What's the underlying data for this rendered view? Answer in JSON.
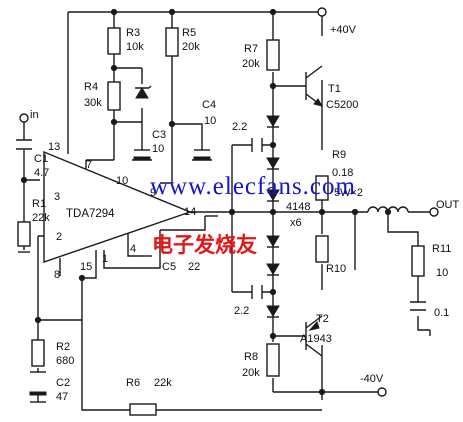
{
  "diagram": {
    "labels": {
      "in": "in",
      "pos_rail": "+40V",
      "neg_rail": "-40V",
      "out": "OUT",
      "ic": "TDA7294",
      "c1": "C1",
      "c1_val": "4.7",
      "r1": "R1",
      "r1_val": "22k",
      "r2": "R2",
      "r2_val": "680",
      "c2": "C2",
      "c2_val": "47",
      "r3": "R3",
      "r3_val": "10k",
      "r4": "R4",
      "r4_val": "30k",
      "r5": "R5",
      "r5_val": "20k",
      "c3": "C3",
      "c3_val": "10",
      "c4": "C4",
      "c4_val": "10",
      "c5": "C5",
      "c5_val": "22",
      "r6": "R6",
      "r6_val": "22k",
      "r7": "R7",
      "r7_val": "20k",
      "r8": "R8",
      "r8_val": "20k",
      "r9": "R9",
      "r9_val": "0.18",
      "r9_power": "5W×2",
      "r10": "R10",
      "r11": "R11",
      "r11_val": "10",
      "c_snub_val": "0.1",
      "cap_top_val": "2.2",
      "cap_bot_val": "2.2",
      "diodes": "4148",
      "diodes_qty": "x6",
      "t1": "T1",
      "t1_part": "C5200",
      "t2": "T2",
      "t2_part": "A1943",
      "pin13": "13",
      "pin7": "7",
      "pin3": "3",
      "pin2": "2",
      "pin10": "10",
      "pin9": "9",
      "pin14": "14",
      "pin4": "4",
      "pin1": "1",
      "pin15": "15",
      "pin8": "8"
    },
    "watermark": {
      "site": "www.elecfans.com",
      "brand": "电子发烧友"
    },
    "colors": {
      "line": "#1a1a1a",
      "watermark_site": "#1515d0",
      "watermark_brand": "#e21818"
    }
  }
}
